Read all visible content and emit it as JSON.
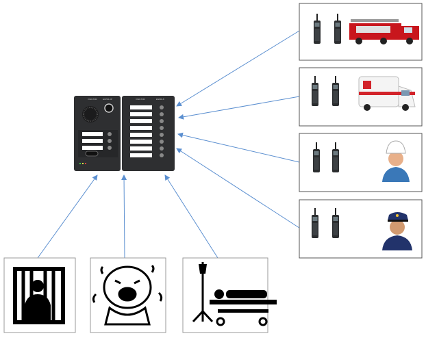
{
  "diagram": {
    "type": "intercom-connection-diagram",
    "panel": {
      "left_module": {
        "brand": "VINGTOR",
        "model": "ECPIR-3P",
        "buttons": 3
      },
      "right_module": {
        "brand": "VINGTOR",
        "model": "ENMR-8",
        "buttons": 8
      }
    },
    "right_nodes": [
      {
        "id": "fire",
        "icons": [
          "radio-icon",
          "radio-icon",
          "fire-truck-icon"
        ]
      },
      {
        "id": "ambulance",
        "icons": [
          "radio-icon",
          "radio-icon",
          "ambulance-icon"
        ]
      },
      {
        "id": "worker",
        "icons": [
          "radio-icon",
          "radio-icon",
          "hardhat-worker-icon"
        ]
      },
      {
        "id": "police",
        "icons": [
          "radio-icon",
          "radio-icon",
          "police-officer-icon"
        ]
      }
    ],
    "bottom_nodes": [
      {
        "id": "prisoner",
        "icon": "prisoner-icon"
      },
      {
        "id": "crying-baby",
        "icon": "crying-baby-icon"
      },
      {
        "id": "patient",
        "icon": "hospital-bed-icon"
      }
    ],
    "colors": {
      "arrow": "#5b8fd0",
      "panel": "#2e2f31",
      "box_border": "#555555"
    }
  }
}
